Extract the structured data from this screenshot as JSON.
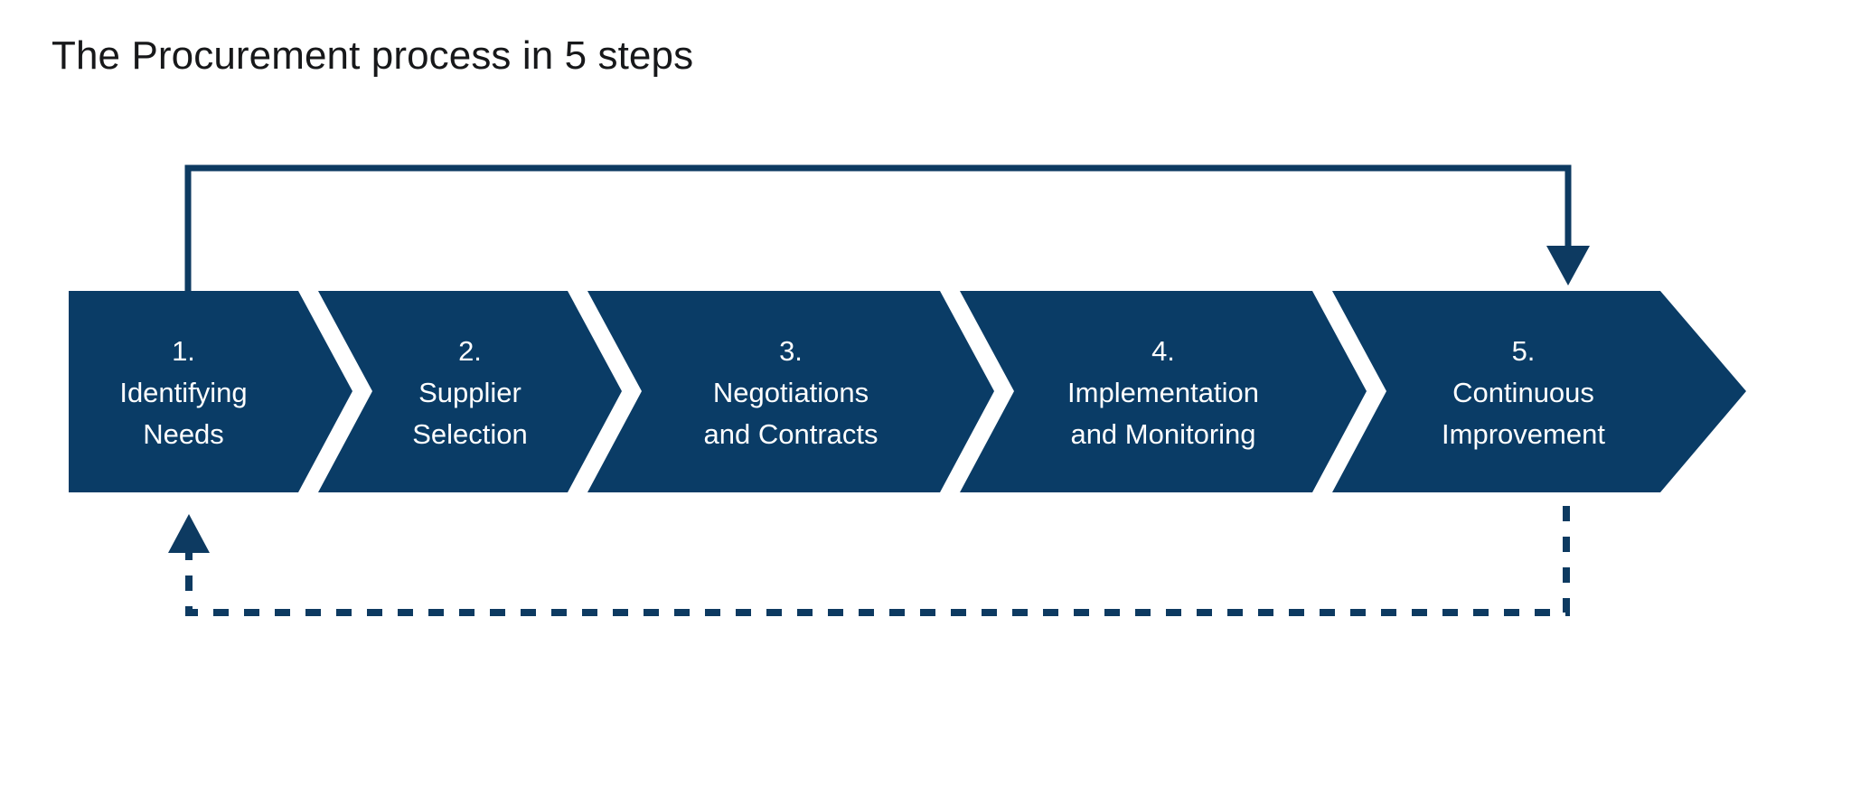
{
  "page": {
    "title": "The Procurement process in 5 steps",
    "background_color": "#ffffff",
    "title_color": "#17181a"
  },
  "theme": {
    "accent_color": "#0a3c66",
    "chevron_fill": "#0a3c66",
    "chevron_text_color": "#ffffff",
    "connector_color": "#0d3a61"
  },
  "chart_data": {
    "type": "diagram",
    "subtype": "chevron-process-flow",
    "title": "The Procurement process in 5 steps",
    "step_count": 5,
    "categories": [
      "Identifying Needs",
      "Supplier Selection",
      "Negotiations and Contracts",
      "Implementation and Monitoring",
      "Continuous Improvement"
    ],
    "steps": [
      {
        "number": "1.",
        "line1": "Identifying",
        "line2": "Needs"
      },
      {
        "number": "2.",
        "line1": "Supplier",
        "line2": "Selection"
      },
      {
        "number": "3.",
        "line1": "Negotiations",
        "line2": "and Contracts"
      },
      {
        "number": "4.",
        "line1": "Implementation",
        "line2": "and Monitoring"
      },
      {
        "number": "5.",
        "line1": "Continuous",
        "line2": "Improvement"
      }
    ],
    "connectors": [
      {
        "name": "top-feedback-arrow",
        "style": "solid",
        "direction": "step-1-to-step-5",
        "has_arrowhead": true,
        "color": "#0d3a61"
      },
      {
        "name": "bottom-feedback-arrow",
        "style": "dotted",
        "direction": "step-5-to-step-1",
        "has_arrowhead": true,
        "color": "#0d3a61"
      }
    ],
    "legend": [],
    "annotations": []
  }
}
